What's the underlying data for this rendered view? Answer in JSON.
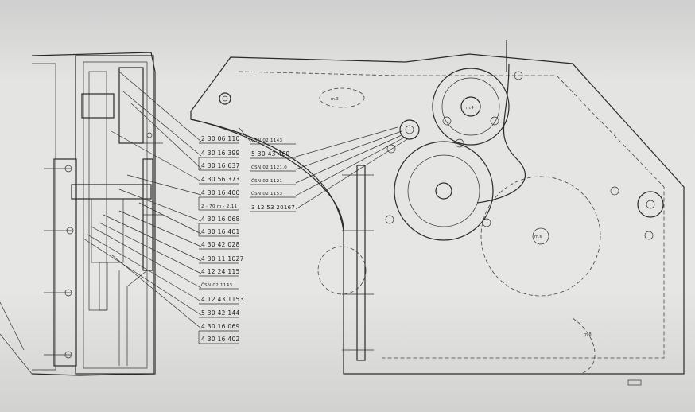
{
  "left_labels": [
    "2 30 06 110",
    "4 30 16 399",
    "4 30 16 637",
    "4 30 56 373",
    "4 30 16 400",
    "2 - 70 m - 2.11",
    "4 30 16 068",
    "4 30 16 401",
    "4 30 42 028",
    "4 30 11 1027",
    "4 12 24 115",
    "ČSN 02 1143",
    "4 12 43 1153",
    "5 30 42 144",
    "4 30 16 069",
    "4 30 16 402"
  ],
  "right_labels": [
    "ČSN 02 1143",
    "5 30 43 469",
    "ČSN 02 1121.0",
    "ČSN 02 1121",
    "ČSN 02 1153",
    "3 12 53 20167"
  ],
  "gear_marks": [
    "m.3",
    "m.4",
    "m.6",
    "m.8"
  ]
}
